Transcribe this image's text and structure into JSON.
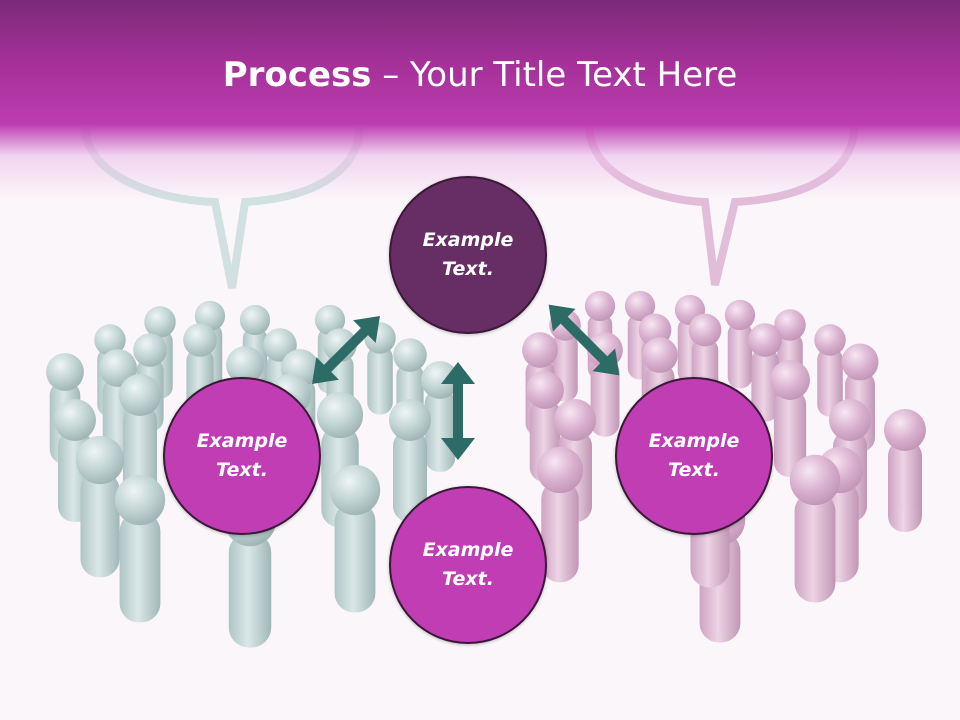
{
  "title": {
    "bold": "Process",
    "rest": " – Your Title Text Here"
  },
  "nodes": {
    "top": "Example Text.",
    "left": "Example Text.",
    "right": "Example Text.",
    "bottom": "Example Text."
  },
  "colors": {
    "header": "#bd3cb1",
    "top_node": "#662e64",
    "side_nodes": "#c03db3",
    "arrows": "#2d6b66",
    "left_crowd": "#b8cecd",
    "right_crowd": "#d9aecf"
  }
}
